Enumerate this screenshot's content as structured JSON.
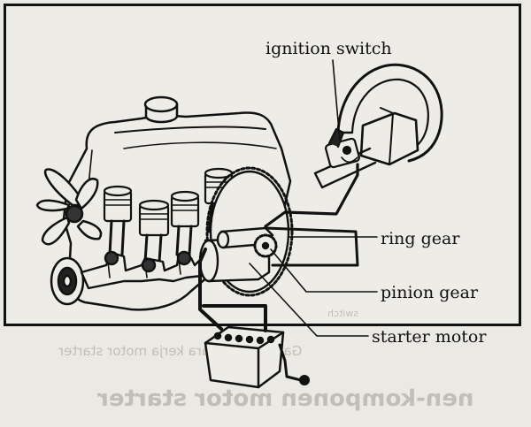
{
  "diagram": {
    "labels": {
      "ignition_switch": "ignition switch",
      "ring_gear": "ring gear",
      "pinion_gear": "pinion gear",
      "starter_motor": "starter motor"
    }
  },
  "bleed_through": {
    "caption": "Gambar 4.1 Cara kerja motor starter",
    "heading": "nen-komponen motor starter",
    "small_word": "switch"
  },
  "colors": {
    "ink": "#111111",
    "paper": "#ebe9e4",
    "bleed": "#b4b0a8"
  }
}
